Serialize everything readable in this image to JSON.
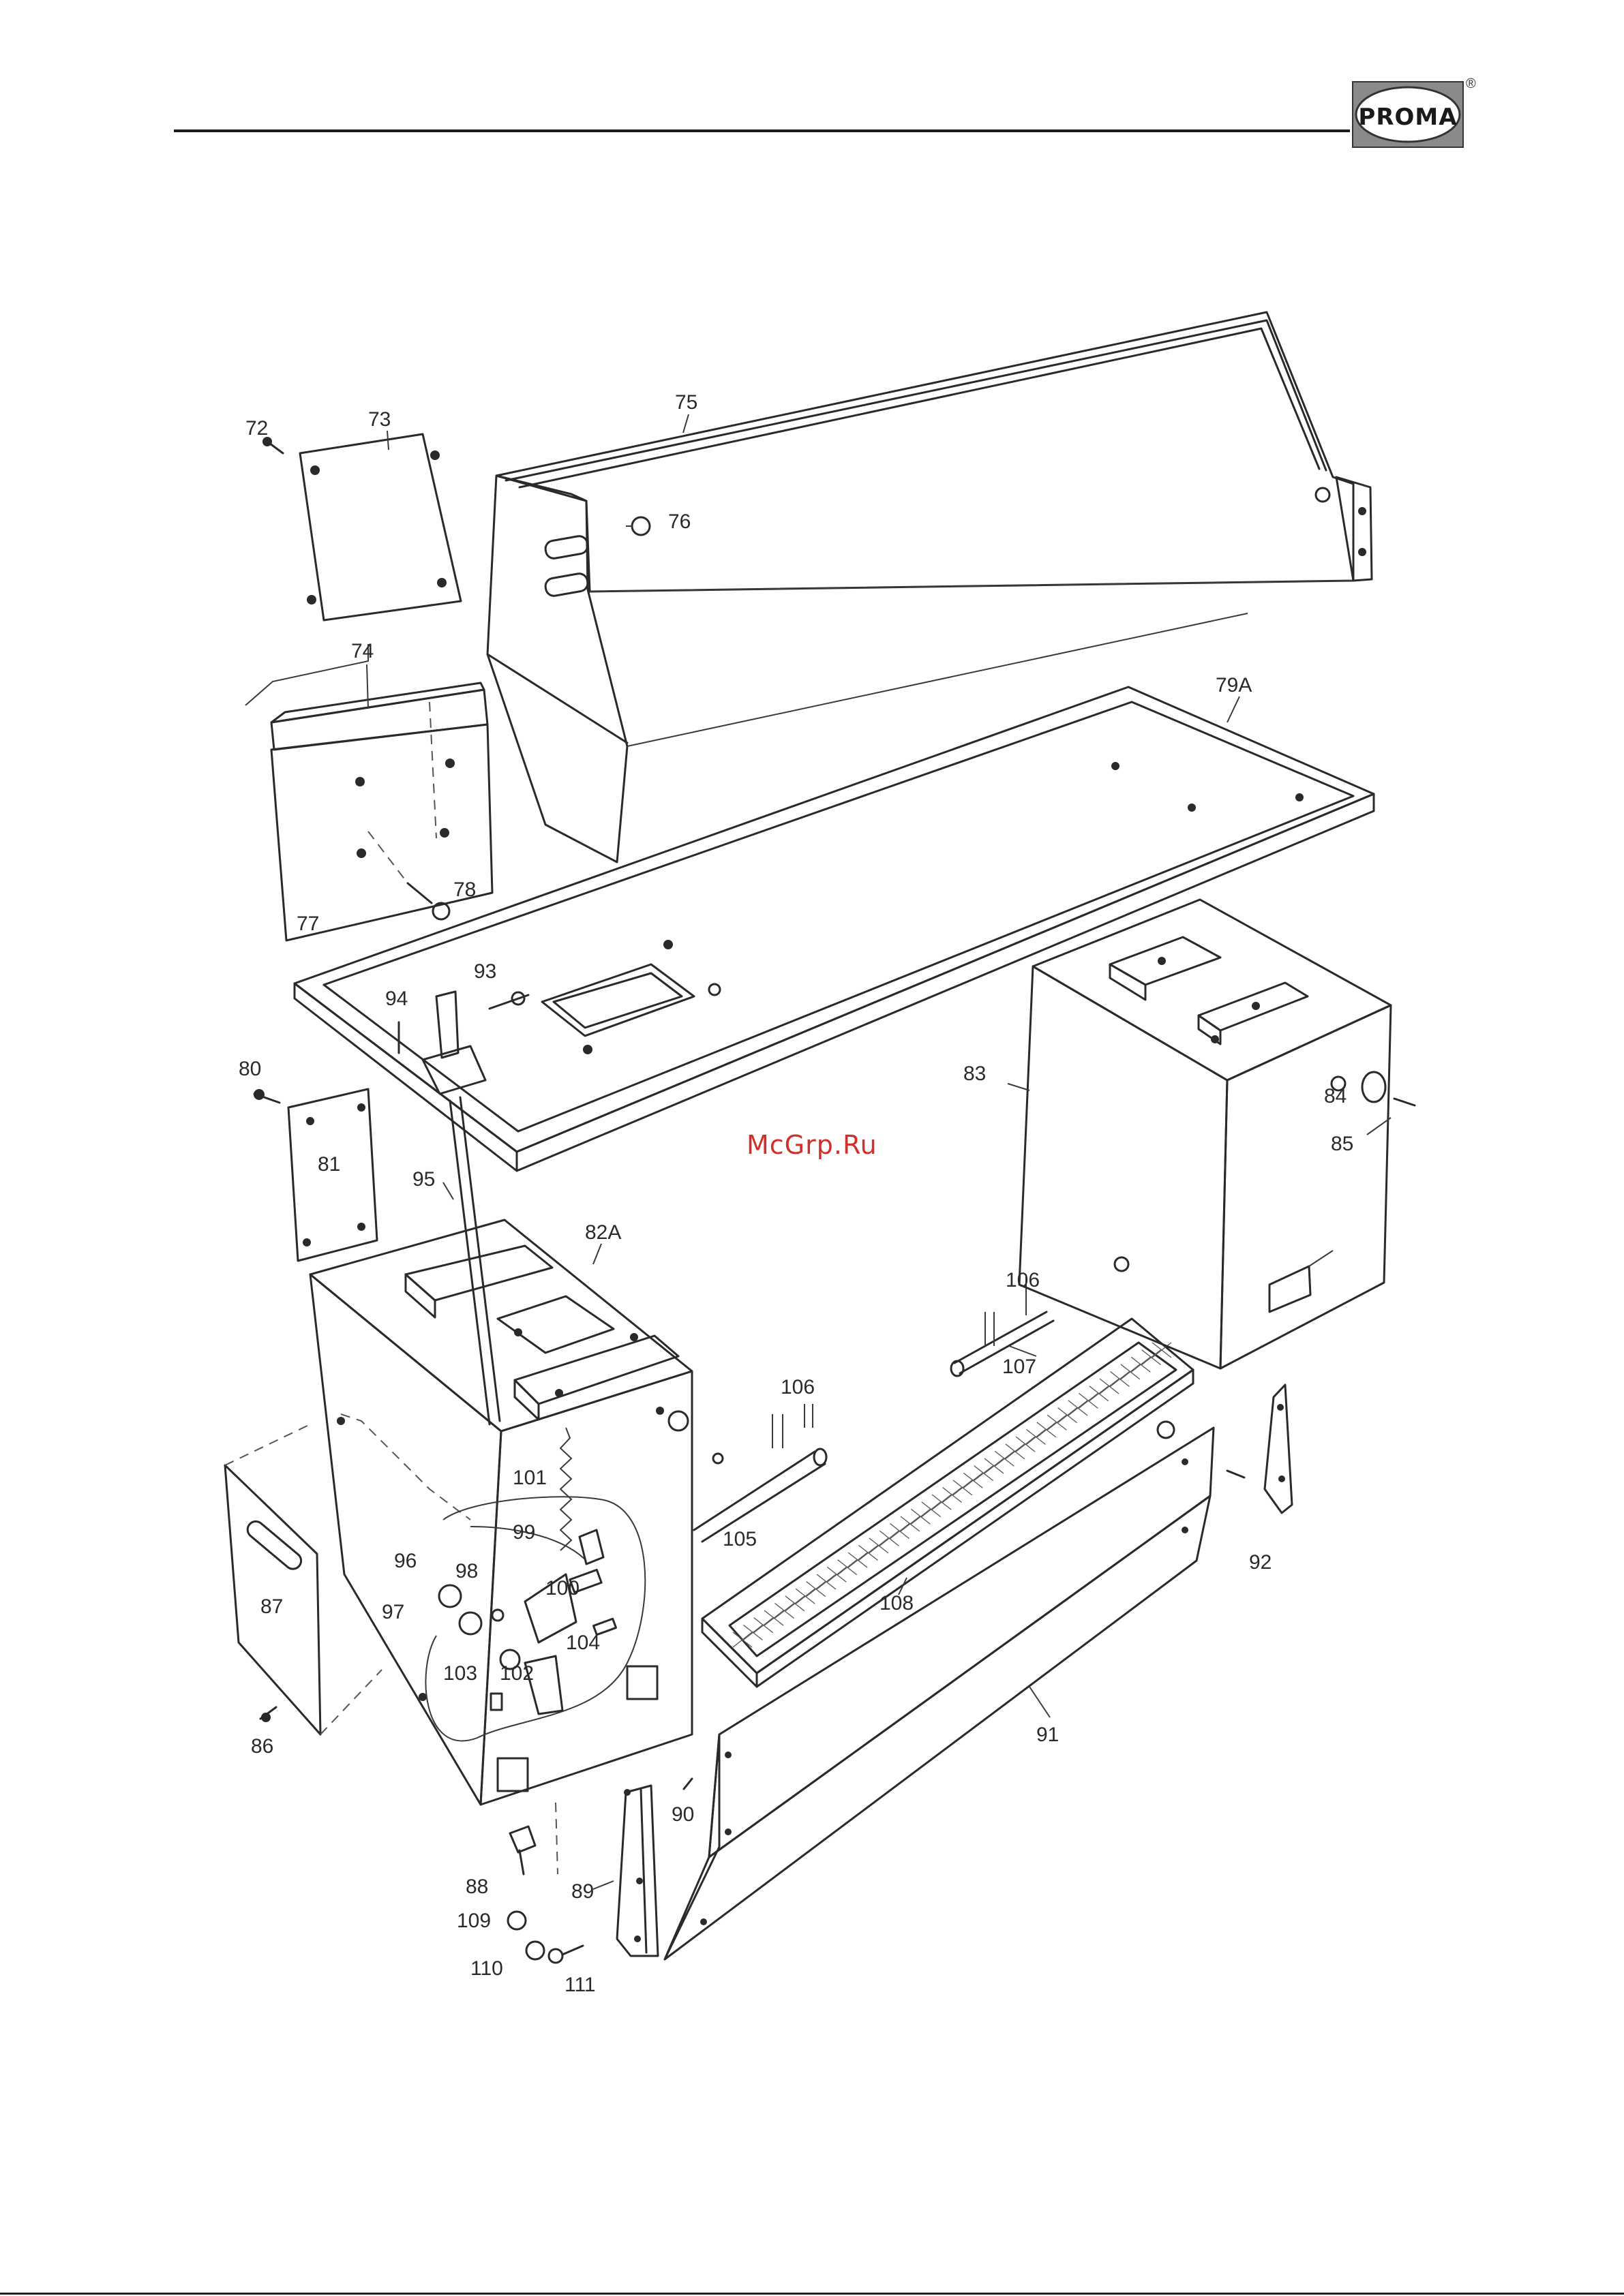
{
  "header": {
    "logo_text": "PROMA",
    "logo_mark": "®"
  },
  "watermark": "McGrp.Ru",
  "labels": [
    "72",
    "73",
    "74",
    "75",
    "76",
    "77",
    "78",
    "79A",
    "80",
    "81",
    "82A",
    "83",
    "84",
    "85",
    "86",
    "87",
    "88",
    "89",
    "90",
    "91",
    "92",
    "93",
    "94",
    "95",
    "96",
    "97",
    "98",
    "99",
    "100",
    "101",
    "102",
    "103",
    "104",
    "105",
    "106",
    "106",
    "107",
    "108",
    "109",
    "110",
    "111"
  ],
  "colors": {
    "line": "#2a2a2a",
    "watermark": "#d0302a",
    "background": "#ffffff"
  }
}
